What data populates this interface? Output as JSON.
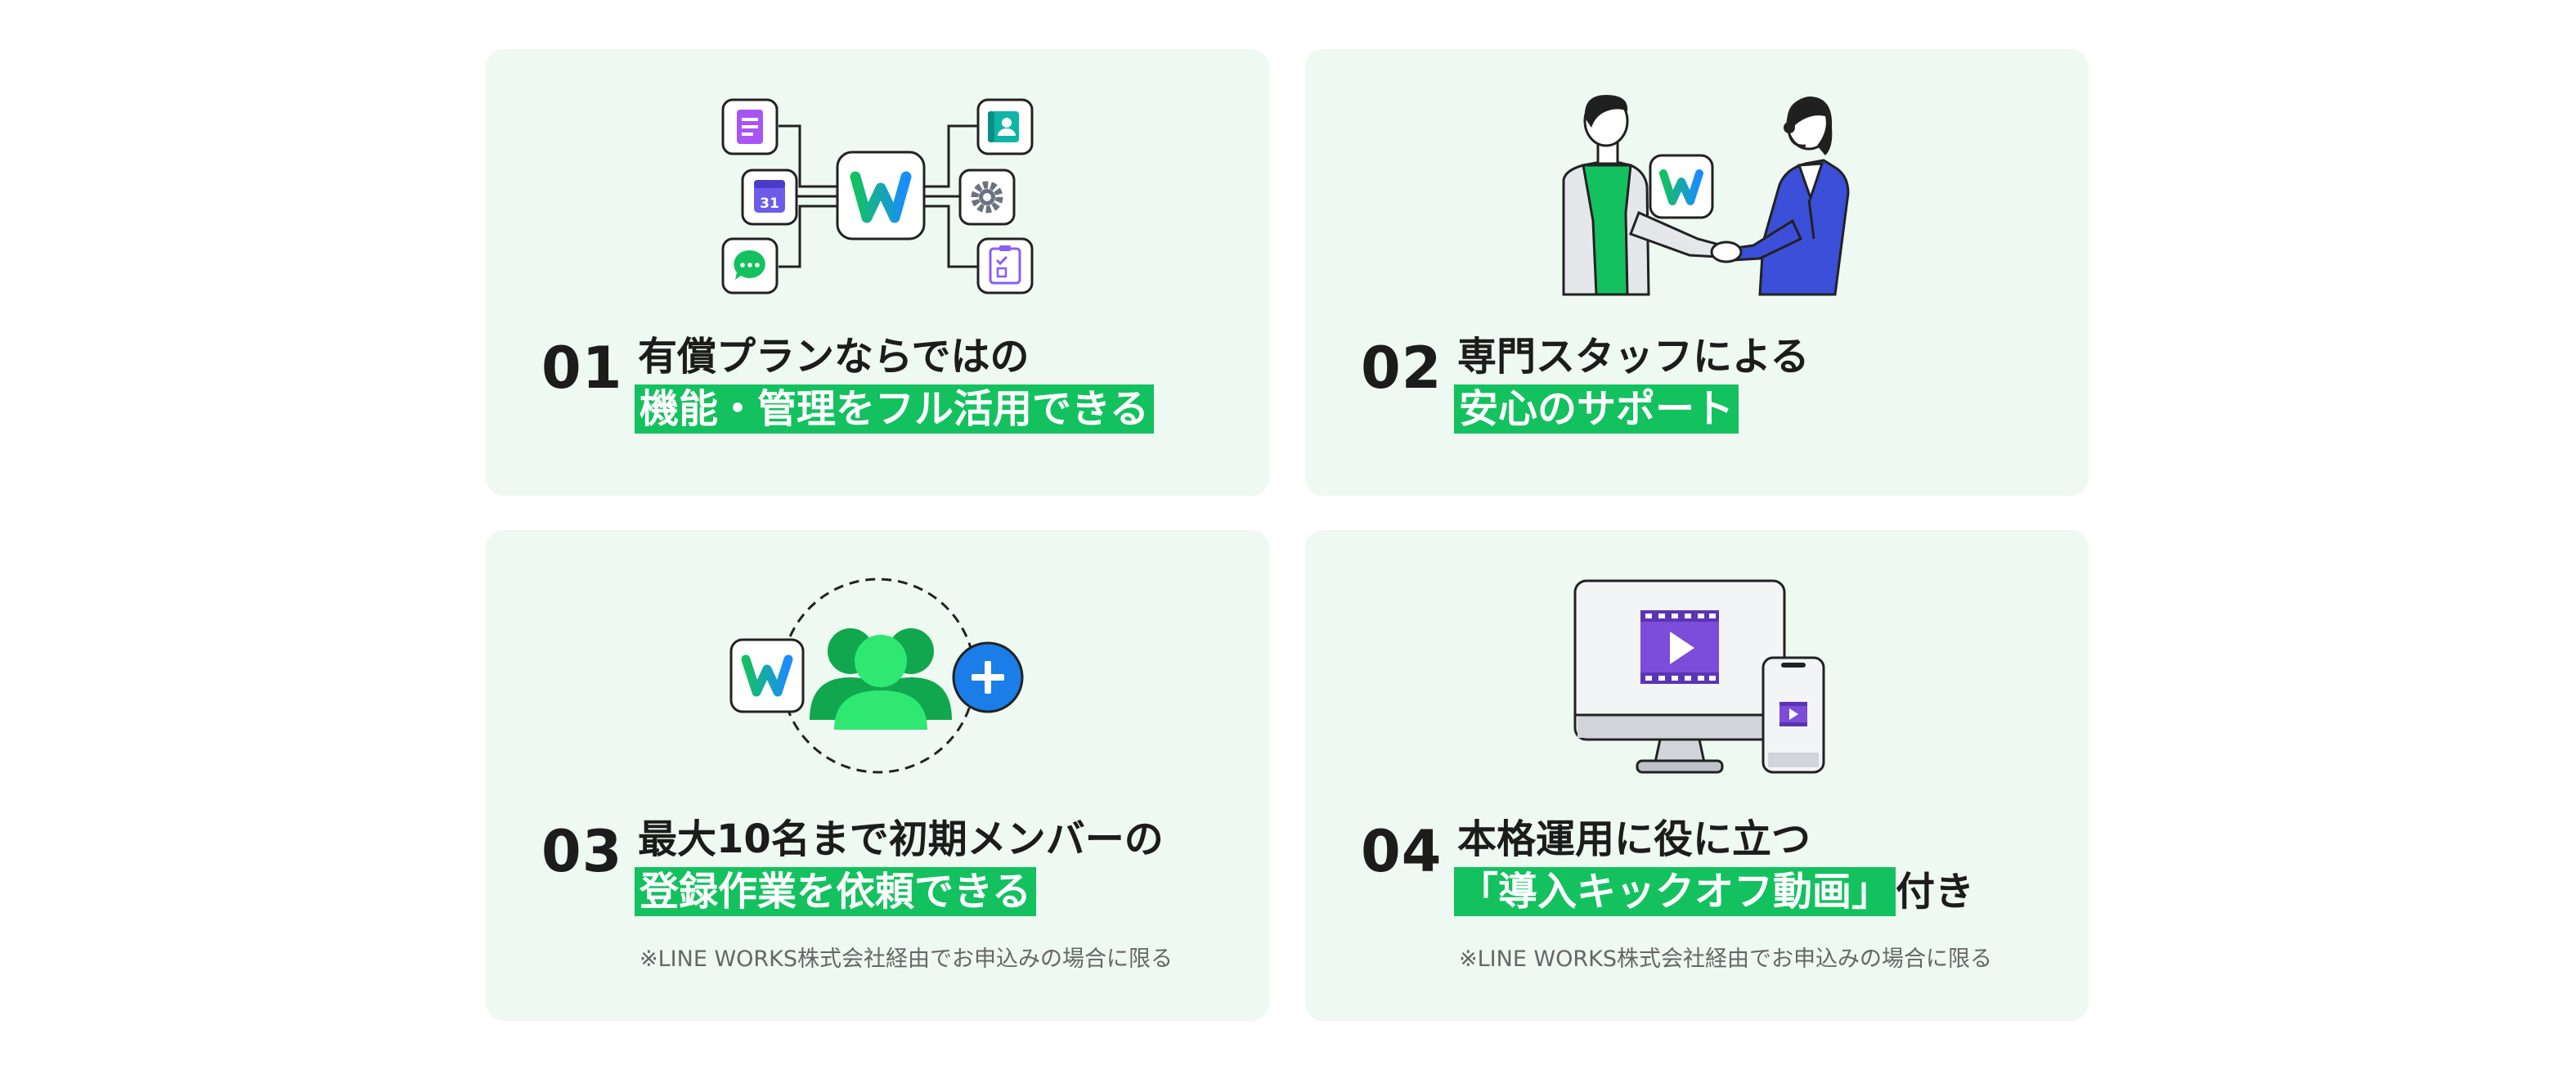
{
  "colors": {
    "card_bg": "#eef9f1",
    "highlight": "#14c15f",
    "text": "#1c1c1c",
    "note": "#666666",
    "brand_blue": "#1a8cff",
    "brand_green": "#14c15f",
    "purple": "#8b5cf6"
  },
  "features": [
    {
      "number": "01",
      "line1": "有償プランならではの",
      "line2_highlight": "機能・管理をフル活用できる",
      "line2_tail": "",
      "note": "",
      "icons": [
        "works-logo",
        "note-icon",
        "calendar-icon",
        "chat-icon",
        "contact-icon",
        "gear-icon",
        "checklist-icon"
      ],
      "calendar_day": "31"
    },
    {
      "number": "02",
      "line1": "専門スタッフによる",
      "line2_highlight": "安心のサポート",
      "line2_tail": "",
      "note": "",
      "icons": [
        "handshake-illustration",
        "works-logo"
      ]
    },
    {
      "number": "03",
      "line1": "最大10名まで初期メンバーの",
      "line2_highlight": "登録作業を依頼できる",
      "line2_tail": "",
      "note": "※LINE WORKS株式会社経由でお申込みの場合に限る",
      "icons": [
        "works-logo",
        "users-icon",
        "plus-icon"
      ]
    },
    {
      "number": "04",
      "line1": "本格運用に役に立つ",
      "line2_highlight": "「導入キックオフ動画」",
      "line2_tail": "付き",
      "note": "※LINE WORKS株式会社経由でお申込みの場合に限る",
      "icons": [
        "monitor-icon",
        "video-icon",
        "smartphone-icon"
      ]
    }
  ]
}
